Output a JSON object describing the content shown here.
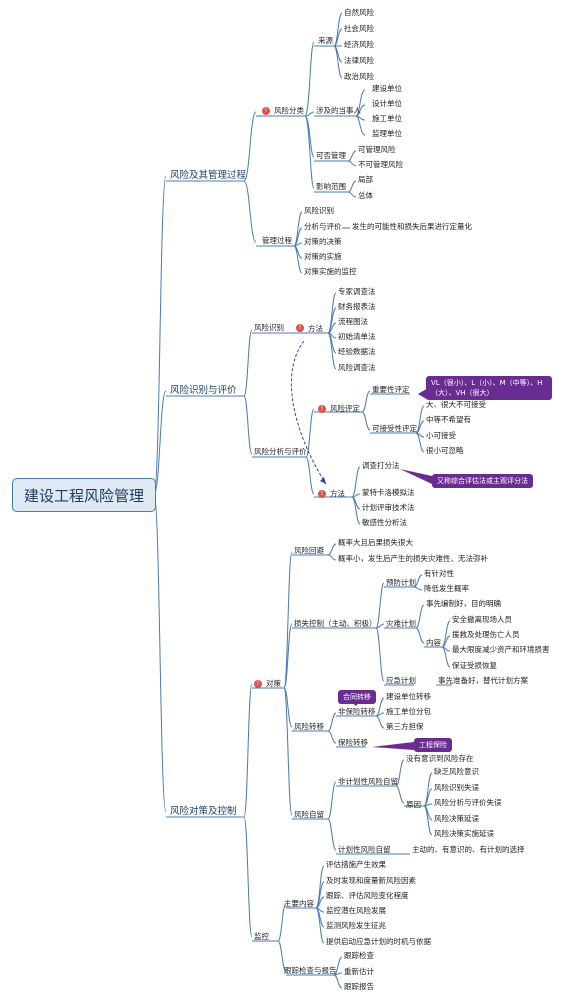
{
  "root": "建设工程风险管理",
  "branches": {
    "b1": "风险及其管理过程",
    "b2": "风险识别与评价",
    "b3": "风险对策及控制"
  },
  "b1": {
    "classify": "风险分类",
    "source": "来源",
    "source_items": [
      "自然风险",
      "社会风险",
      "经济风险",
      "法律风险",
      "政治风险"
    ],
    "parties": "涉及的当事人",
    "party_items": [
      "建设单位",
      "设计单位",
      "施工单位",
      "监理单位"
    ],
    "manage": "可否管理",
    "manage_items": [
      "可管理风险",
      "不可管理风险"
    ],
    "scope": "影响范围",
    "scope_items": [
      "局部",
      "总体"
    ],
    "process": "管理过程",
    "process_items": [
      "风险识别",
      "分析与评价",
      "对策的决策",
      "对策的实施",
      "对策实施的监控"
    ],
    "process_note": "发生的可能性和损失后果进行定量化"
  },
  "b2": {
    "identify": "风险识别",
    "method": "方法",
    "method_items": [
      "专家调查法",
      "财务报表法",
      "流程图法",
      "初始清单法",
      "经验数据法",
      "风险调查法"
    ],
    "analysis": "风险分析与评价",
    "eval": "风险评定",
    "importance": "重要性评定",
    "importance_note": "VL（很小）、L（小）、M（中等）、H（大）、VH（很大）",
    "accept": "可接受性评定",
    "accept_items": [
      "大、很大不可接受",
      "中等不希望有",
      "小可接受",
      "很小可忽略"
    ],
    "method2": "方法",
    "method2_items": [
      "调查打分法",
      "蒙特卡洛模拟法",
      "计划评审技术法",
      "敏感性分析法"
    ],
    "method2_note": "又称综合评估法或主观评分法"
  },
  "b3": {
    "measures": "对策",
    "avoid": "风险回避",
    "avoid_items": [
      "概率大且后果损失很大",
      "概率小，发生后产生的损失灾难性、无法弥补"
    ],
    "loss_ctrl": "损失控制（主动、积极）",
    "prevent": "预防计划",
    "prevent_items": [
      "有针对性",
      "降低发生概率"
    ],
    "disaster": "灾难计划",
    "disaster_purpose": "事先编制好，目的明确",
    "content": "内容",
    "content_items": [
      "安全撤离现场人员",
      "援救及处理伤亡人员",
      "最大限度减少资产和环境损害",
      "保证受损恢复"
    ],
    "emergency": "应急计划",
    "emergency_note": "事先准备好，替代计划方案",
    "transfer": "风险转移",
    "noninsure": "非保险转移",
    "noninsure_note": "合同转移",
    "noninsure_items": [
      "建设单位转移",
      "施工单位分包",
      "第三方担保"
    ],
    "insure": "保险转移",
    "insure_note": "工程保险",
    "retain": "风险自留",
    "unplanned": "非计划性风险自留",
    "unplanned_first": "没有意识到风险存在",
    "reason": "原因",
    "reason_items": [
      "缺乏风险意识",
      "风险识别失误",
      "风险分析与评价失误",
      "风险决策延误",
      "风险决策实施延误"
    ],
    "planned": "计划性风险自留",
    "planned_note": "主动的、有意识的、有计划的选择",
    "monitor": "监控",
    "main": "主要内容",
    "main_items": [
      "评估措施产生效果",
      "及时发现和度量新风险因素",
      "跟踪、评估风险变化程度",
      "监控潜在风险发展",
      "监测风险发生征兆",
      "提供启动应急计划的时机与依据"
    ],
    "track": "跟踪检查与报告",
    "track_items": [
      "跟踪检查",
      "重新估计",
      "跟踪报告"
    ]
  },
  "colors": {
    "line": "#4a7bb0",
    "root_fill": "#dfe8f3",
    "bubble": "#6b2c91",
    "arrow": "#2a3fd0"
  }
}
